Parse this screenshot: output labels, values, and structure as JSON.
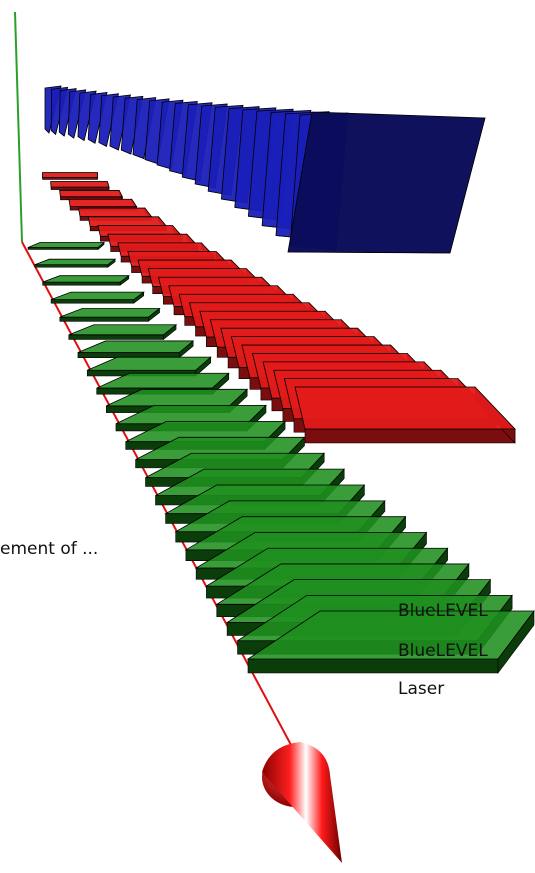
{
  "figure": {
    "caption": "ement of ...",
    "legend": [
      "BlueLEVEL",
      "BlueLEVEL",
      "Laser"
    ]
  },
  "colors": {
    "blue_stack": "#1a1fb8",
    "blue_stack_dark": "#0b0c5a",
    "red_stack": "#e21a1a",
    "red_stack_dark": "#7a0d0d",
    "green_stack": "#1f8f1f",
    "green_stack_dark": "#0b3d0b",
    "y_axis": "#2aa02a",
    "x_axis": "#e01010"
  },
  "icons": {
    "axis_arrow": "cone-arrow-icon"
  }
}
